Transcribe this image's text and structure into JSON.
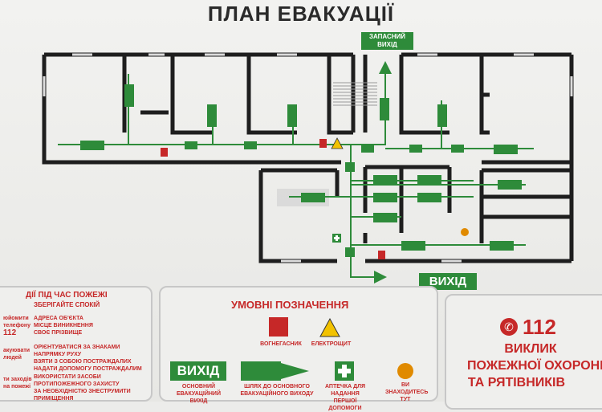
{
  "title": "ПЛАН ЕВАКУАЦІЇ",
  "exit_top_label": [
    "ЗАПАСНИЙ",
    "ВИХІД"
  ],
  "exit_bottom_label": "ВИХІД",
  "fire_actions": {
    "title": "ДІЇ ПІД ЧАС ПОЖЕЖІ",
    "subtitle": "ЗБЕРІГАЙТЕ СПОКІЙ",
    "left_lines": [
      "юйомити",
      "телефону",
      "112"
    ],
    "items_1": [
      "АДРЕСА ОБ'ЄКТА",
      "МІСЦЕ ВИНИКНЕННЯ",
      "СВОЄ ПРІЗВИЩЕ"
    ],
    "left_lines_2": [
      "акуювати",
      "людей"
    ],
    "items_2": [
      "ОРІЄНТУВАТИСЯ ЗА ЗНАКАМИ НАПРЯМКУ РУХУ",
      "ВЗЯТИ З СОБОЮ ПОСТРАЖДАЛИХ",
      "НАДАТИ ДОПОМОГУ ПОСТРАЖДАЛИМ"
    ],
    "left_lines_3": [
      "ти заходів",
      "на пожежі"
    ],
    "items_3": [
      "ВИКОРИСТАТИ ЗАСОБИ ПРОТИПОЖЕЖНОГО ЗАХИСТУ",
      "ЗА НЕОБХІДНІСТЮ ЗНЕСТРУМИТИ ПРИМІЩЕННЯ"
    ]
  },
  "legend": {
    "title": "УМОВНІ ПОЗНАЧЕННЯ",
    "extinguisher": "ВОГНЕГАСНИК",
    "electrical": "ЕЛЕКТРОЩИТ",
    "exit_sign_text": "ВИХІД",
    "main_exit_caption": [
      "ОСНОВНИЙ",
      "ЕВАКУАЦІЙНИЙ ВИХІД"
    ],
    "path_caption": [
      "ШЛЯХ ДО ОСНОВНОГО",
      "ЕВАКУАЦІЙНОГО ВИХОДУ"
    ],
    "first_aid_caption": [
      "АПТЕЧКА ДЛЯ НАДАННЯ",
      "ПЕРШОЇ ДОПОМОГИ"
    ],
    "you_are_here_caption": [
      "ВИ",
      "ЗНАХОДИТЕСЬ",
      "ТУТ"
    ]
  },
  "emergency": {
    "number": "112",
    "line1": "ВИКЛИК",
    "line2": "ПОЖЕЖНОЇ ОХОРОНИ",
    "line3": "ТА РЯТІВНИКІВ"
  },
  "colors": {
    "green": "#2e8b3a",
    "red": "#c62828",
    "wall": "#1e1e1e",
    "warning": "#f2c200"
  }
}
